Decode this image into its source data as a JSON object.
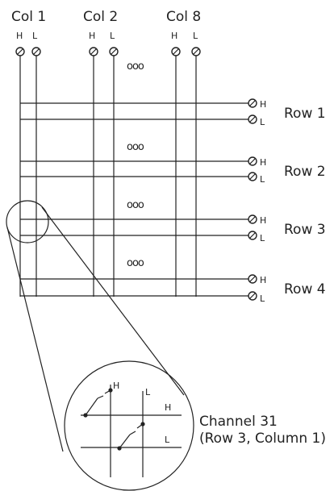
{
  "columns": [
    {
      "label": "Col 1",
      "h": "H",
      "l": "L"
    },
    {
      "label": "Col 2",
      "h": "H",
      "l": "L"
    },
    {
      "label": "Col 8",
      "h": "H",
      "l": "L"
    }
  ],
  "rows": [
    {
      "label": "Row 1",
      "h": "H",
      "l": "L"
    },
    {
      "label": "Row 2",
      "h": "H",
      "l": "L"
    },
    {
      "label": "Row 3",
      "h": "H",
      "l": "L"
    },
    {
      "label": "Row 4",
      "h": "H",
      "l": "L"
    }
  ],
  "ellipsis": "ooo",
  "detail": {
    "h": "H",
    "l": "L",
    "row_h": "H",
    "row_l": "L",
    "channel_line1": "Channel 31",
    "channel_line2": "(Row 3, Column 1)"
  }
}
